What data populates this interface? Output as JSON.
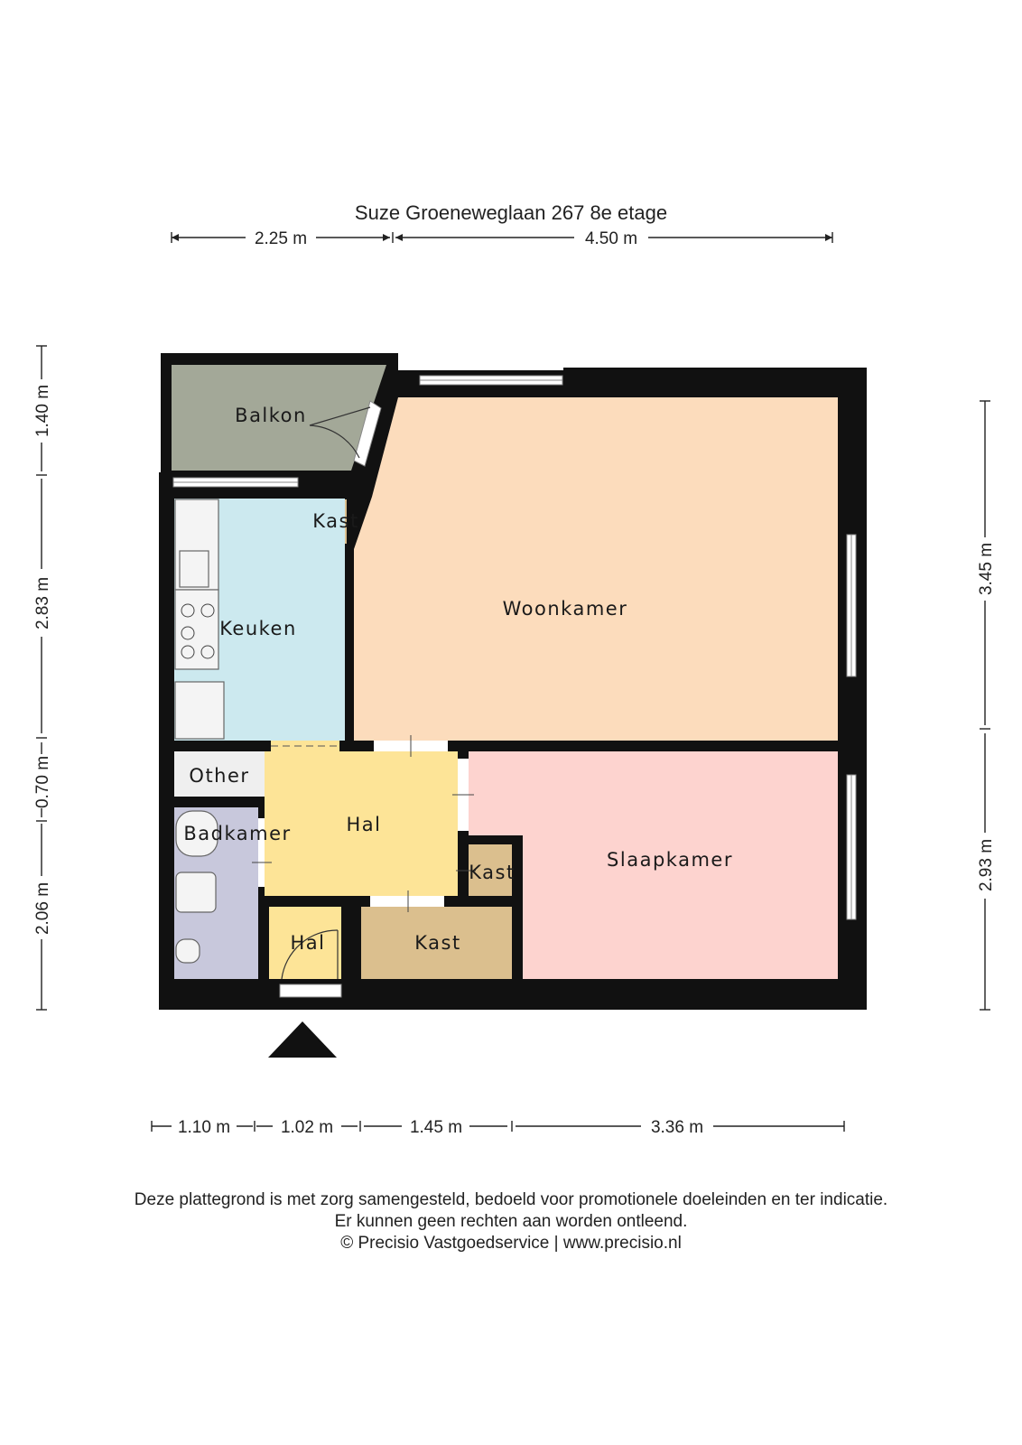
{
  "title": "Suze Groeneweglaan 267 8e etage",
  "dimensions": {
    "top": [
      "2.25 m",
      "4.50 m"
    ],
    "left": [
      "1.40 m",
      "2.83 m",
      "0.70 m",
      "2.06 m"
    ],
    "right": [
      "3.45 m",
      "2.93 m"
    ],
    "bottom": [
      "1.10 m",
      "1.02 m",
      "1.45 m",
      "3.36 m"
    ]
  },
  "rooms": {
    "balkon": "Balkon",
    "kast_top": "Kast",
    "keuken": "Keuken",
    "woonkamer": "Woonkamer",
    "other": "Other",
    "badkamer": "Badkamer",
    "hal_main": "Hal",
    "kast_small": "Kast",
    "slaapkamer": "Slaapkamer",
    "hal_entry": "Hal",
    "kast_bottom": "Kast"
  },
  "colors": {
    "balkon": "#a3a898",
    "kast": "#dbbf8e",
    "keuken": "#cce9ef",
    "woonkamer": "#fcdcbc",
    "other": "#efefef",
    "badkamer": "#c8c8dc",
    "hal": "#fde497",
    "slaapkamer": "#fdd3cf",
    "wall": "#111111"
  },
  "footer": {
    "line1": "Deze plattegrond is met zorg samengesteld, bedoeld voor promotionele doeleinden en ter indicatie.",
    "line2": "Er kunnen geen rechten aan worden ontleend.",
    "line3": "© Precisio Vastgoedservice | www.precisio.nl"
  }
}
